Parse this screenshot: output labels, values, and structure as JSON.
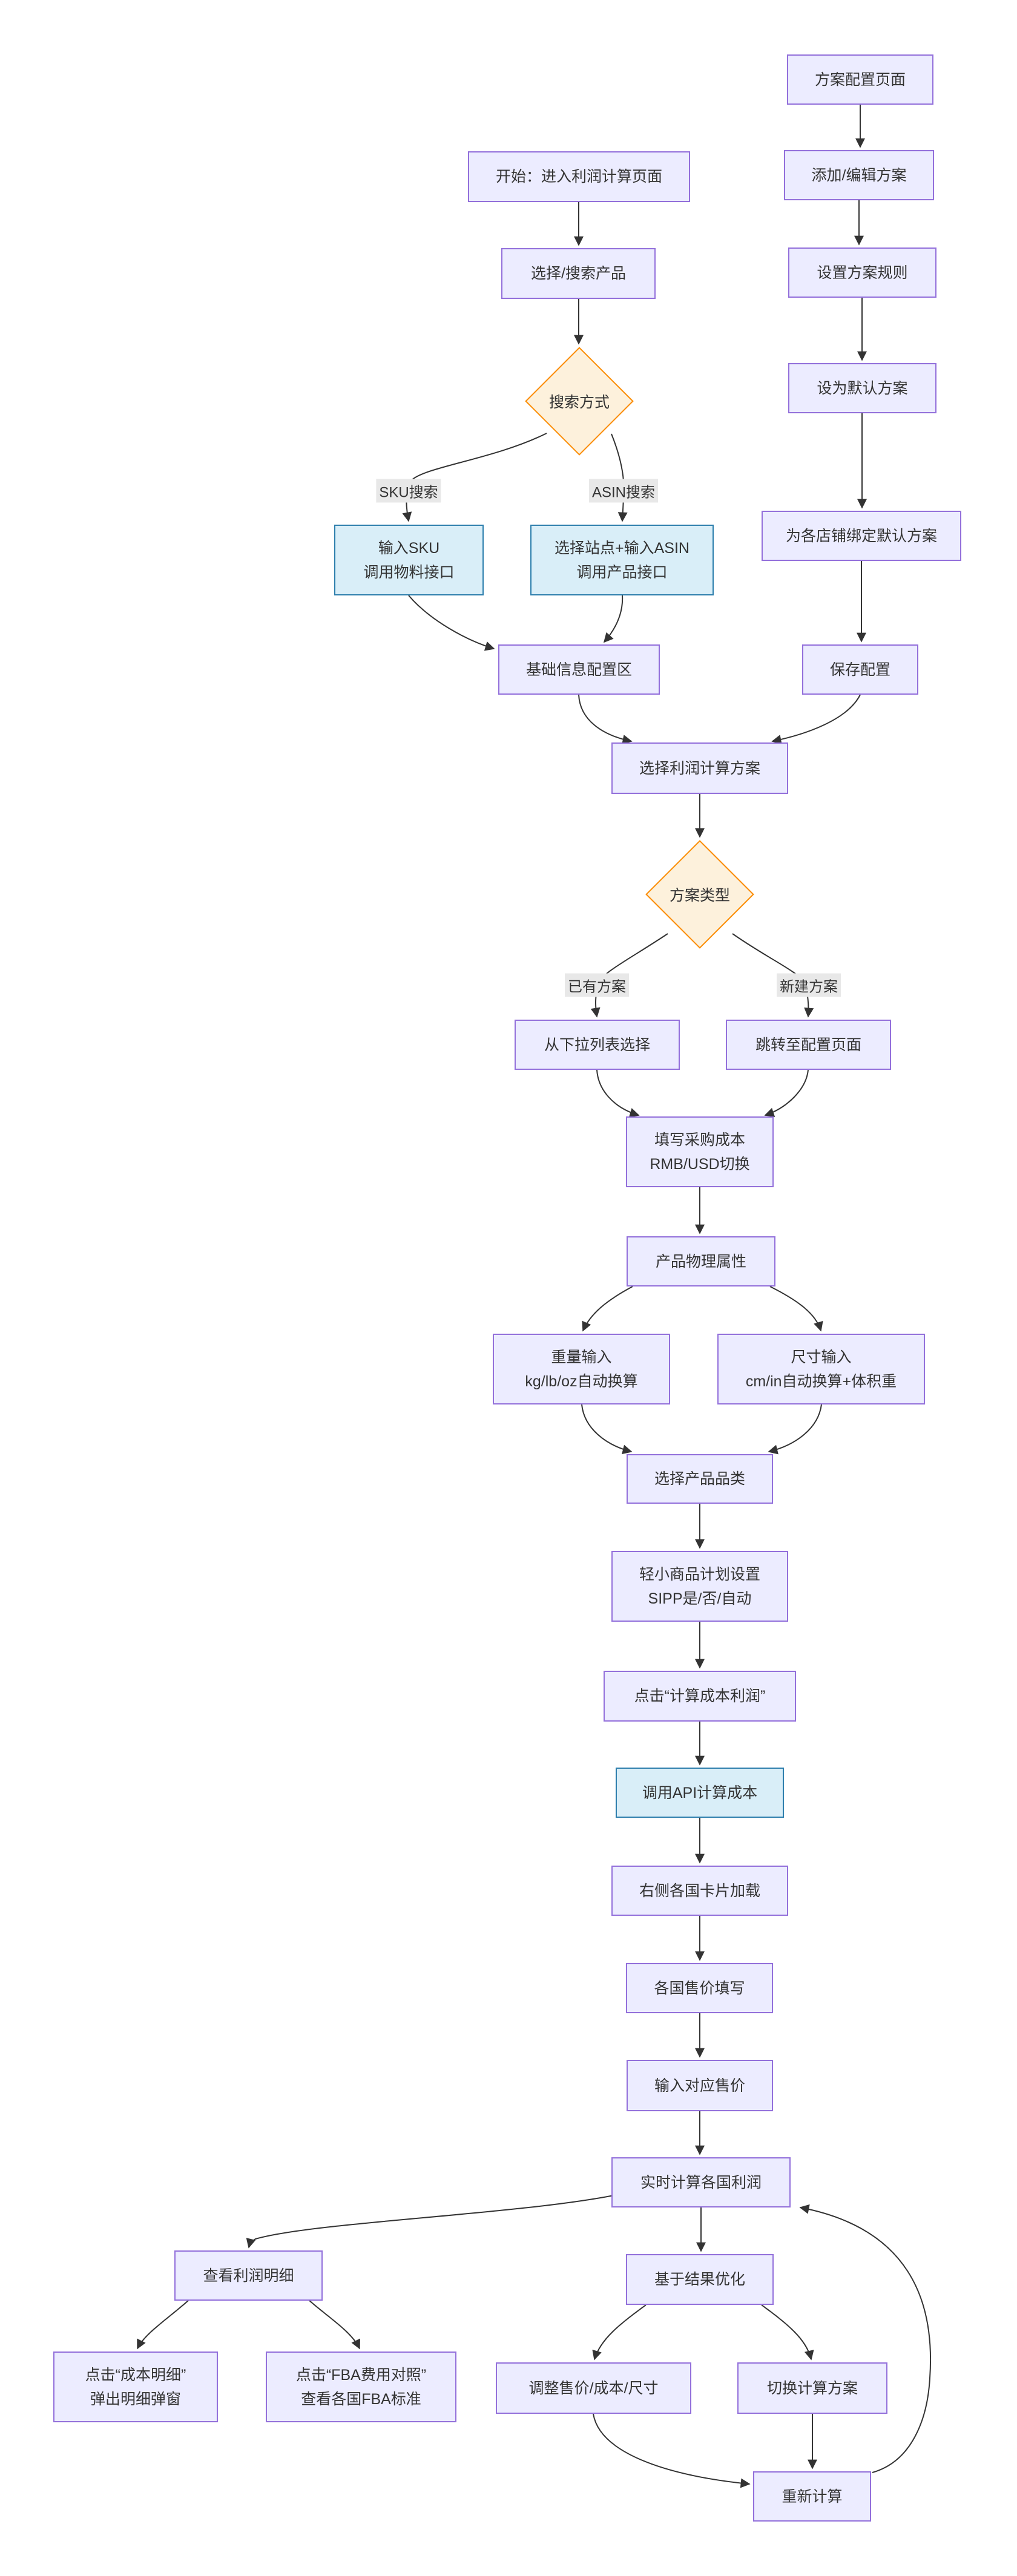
{
  "colors": {
    "node_fill": "#ECECFF",
    "node_border": "#9370DB",
    "decision_fill": "#FDF1DC",
    "decision_border": "#FB8C00",
    "api_fill": "#D9EEF8",
    "api_border": "#2E7FAD",
    "edge_color": "#333333",
    "label_bg": "#E8E8E8",
    "text_color": "#333333",
    "canvas_bg": "#FFFFFF"
  },
  "nodes": [
    {
      "id": "plan-config-page",
      "label": "方案配置页面"
    },
    {
      "id": "start",
      "label": "开始：进入利润计算页面"
    },
    {
      "id": "add-edit-plan",
      "label": "添加/编辑方案"
    },
    {
      "id": "select-search-product",
      "label": "选择/搜索产品"
    },
    {
      "id": "set-plan-rules",
      "label": "设置方案规则"
    },
    {
      "id": "search-method",
      "label": "搜索方式"
    },
    {
      "id": "set-default-plan",
      "label": "设为默认方案"
    },
    {
      "id": "sku-input",
      "label": "输入SKU\n调用物料接口"
    },
    {
      "id": "asin-input",
      "label": "选择站点+输入ASIN\n调用产品接口"
    },
    {
      "id": "bind-default-plan",
      "label": "为各店铺绑定默认方案"
    },
    {
      "id": "base-info-config",
      "label": "基础信息配置区"
    },
    {
      "id": "save-config",
      "label": "保存配置"
    },
    {
      "id": "choose-profit-plan",
      "label": "选择利润计算方案"
    },
    {
      "id": "plan-type",
      "label": "方案类型"
    },
    {
      "id": "dropdown-select",
      "label": "从下拉列表选择"
    },
    {
      "id": "goto-config-page",
      "label": "跳转至配置页面"
    },
    {
      "id": "purchase-cost",
      "label": "填写采购成本\nRMB/USD切换"
    },
    {
      "id": "physical-attrs",
      "label": "产品物理属性"
    },
    {
      "id": "weight-input",
      "label": "重量输入\nkg/lb/oz自动换算"
    },
    {
      "id": "size-input",
      "label": "尺寸输入\ncm/in自动换算+体积重"
    },
    {
      "id": "select-category",
      "label": "选择产品品类"
    },
    {
      "id": "sipp-setting",
      "label": "轻小商品计划设置\nSIPP是/否/自动"
    },
    {
      "id": "click-calc",
      "label": "点击“计算成本利润”"
    },
    {
      "id": "api-calc",
      "label": "调用API计算成本"
    },
    {
      "id": "country-cards",
      "label": "右侧各国卡片加载"
    },
    {
      "id": "price-fill",
      "label": "各国售价填写"
    },
    {
      "id": "input-price",
      "label": "输入对应售价"
    },
    {
      "id": "realtime-profit",
      "label": "实时计算各国利润"
    },
    {
      "id": "view-profit-detail",
      "label": "查看利润明细"
    },
    {
      "id": "optimize",
      "label": "基于结果优化"
    },
    {
      "id": "cost-detail",
      "label": "点击“成本明细”\n弹出明细弹窗"
    },
    {
      "id": "fba-compare",
      "label": "点击“FBA费用对照”\n查看各国FBA标准"
    },
    {
      "id": "adjust",
      "label": "调整售价/成本/尺寸"
    },
    {
      "id": "switch-plan",
      "label": "切换计算方案"
    },
    {
      "id": "recalc",
      "label": "重新计算"
    }
  ],
  "edge_labels": [
    {
      "label": "SKU搜索"
    },
    {
      "label": "ASIN搜索"
    },
    {
      "label": "已有方案"
    },
    {
      "label": "新建方案"
    }
  ]
}
